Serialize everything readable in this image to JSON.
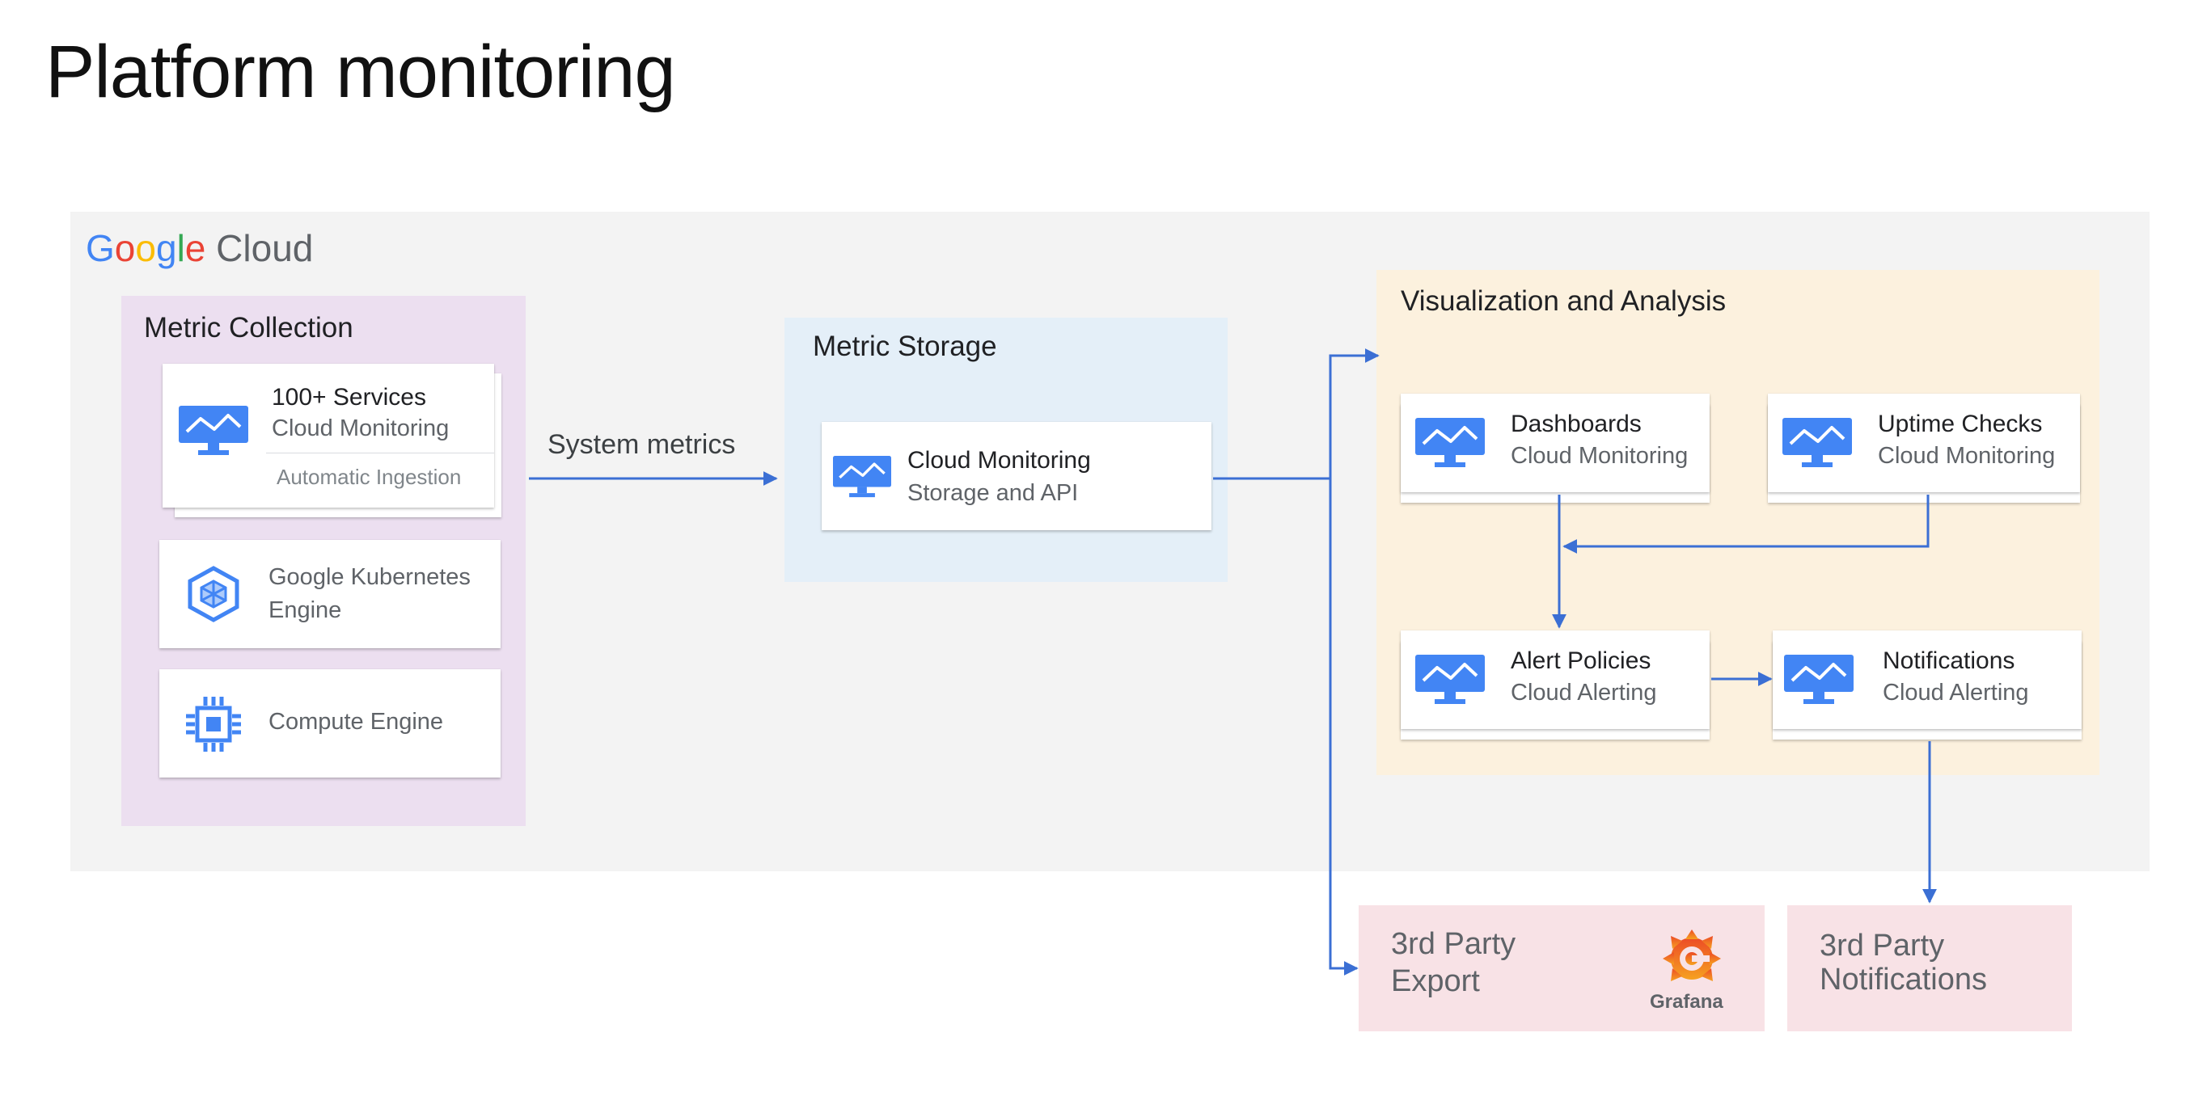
{
  "title": "Platform monitoring",
  "logo": {
    "google": [
      "G",
      "o",
      "o",
      "g",
      "l",
      "e"
    ],
    "cloud": "Cloud"
  },
  "colors": {
    "google_blue": "#4285f4",
    "google_red": "#ea4335",
    "google_yellow": "#fbbc05",
    "google_green": "#34a853",
    "arrow": "#3b6fd4",
    "metric_collection_bg": "#ecdff0",
    "metric_storage_bg": "#e4eff8",
    "visualization_bg": "#fcf1de",
    "third_party_bg": "#f8e2e6",
    "frame_bg": "#f3f3f3"
  },
  "metric_collection": {
    "title": "Metric Collection",
    "services": {
      "title": "100+ Services",
      "subtitle": "Cloud Monitoring",
      "note": "Automatic Ingestion",
      "icon": "monitoring-icon"
    },
    "gke": {
      "line1": "Google Kubernetes",
      "line2": "Engine",
      "icon": "kubernetes-engine-icon"
    },
    "compute": {
      "label": "Compute Engine",
      "icon": "compute-engine-icon"
    }
  },
  "flow": {
    "system_metrics": "System metrics"
  },
  "metric_storage": {
    "title": "Metric Storage",
    "card": {
      "title": "Cloud Monitoring",
      "subtitle": "Storage and API",
      "icon": "monitoring-icon"
    }
  },
  "visualization": {
    "title": "Visualization and Analysis",
    "dashboards": {
      "title": "Dashboards",
      "subtitle": "Cloud Monitoring",
      "icon": "monitoring-icon"
    },
    "uptime": {
      "title": "Uptime Checks",
      "subtitle": "Cloud Monitoring",
      "icon": "monitoring-icon"
    },
    "alerts": {
      "title": "Alert Policies",
      "subtitle": "Cloud Alerting",
      "icon": "monitoring-icon"
    },
    "notifications": {
      "title": "Notifications",
      "subtitle": "Cloud Alerting",
      "icon": "monitoring-icon"
    }
  },
  "third_party_export": {
    "line1": "3rd Party",
    "line2": "Export",
    "logo_label": "Grafana",
    "icon": "grafana-icon"
  },
  "third_party_notifications": {
    "line1": "3rd Party",
    "line2": "Notifications"
  }
}
